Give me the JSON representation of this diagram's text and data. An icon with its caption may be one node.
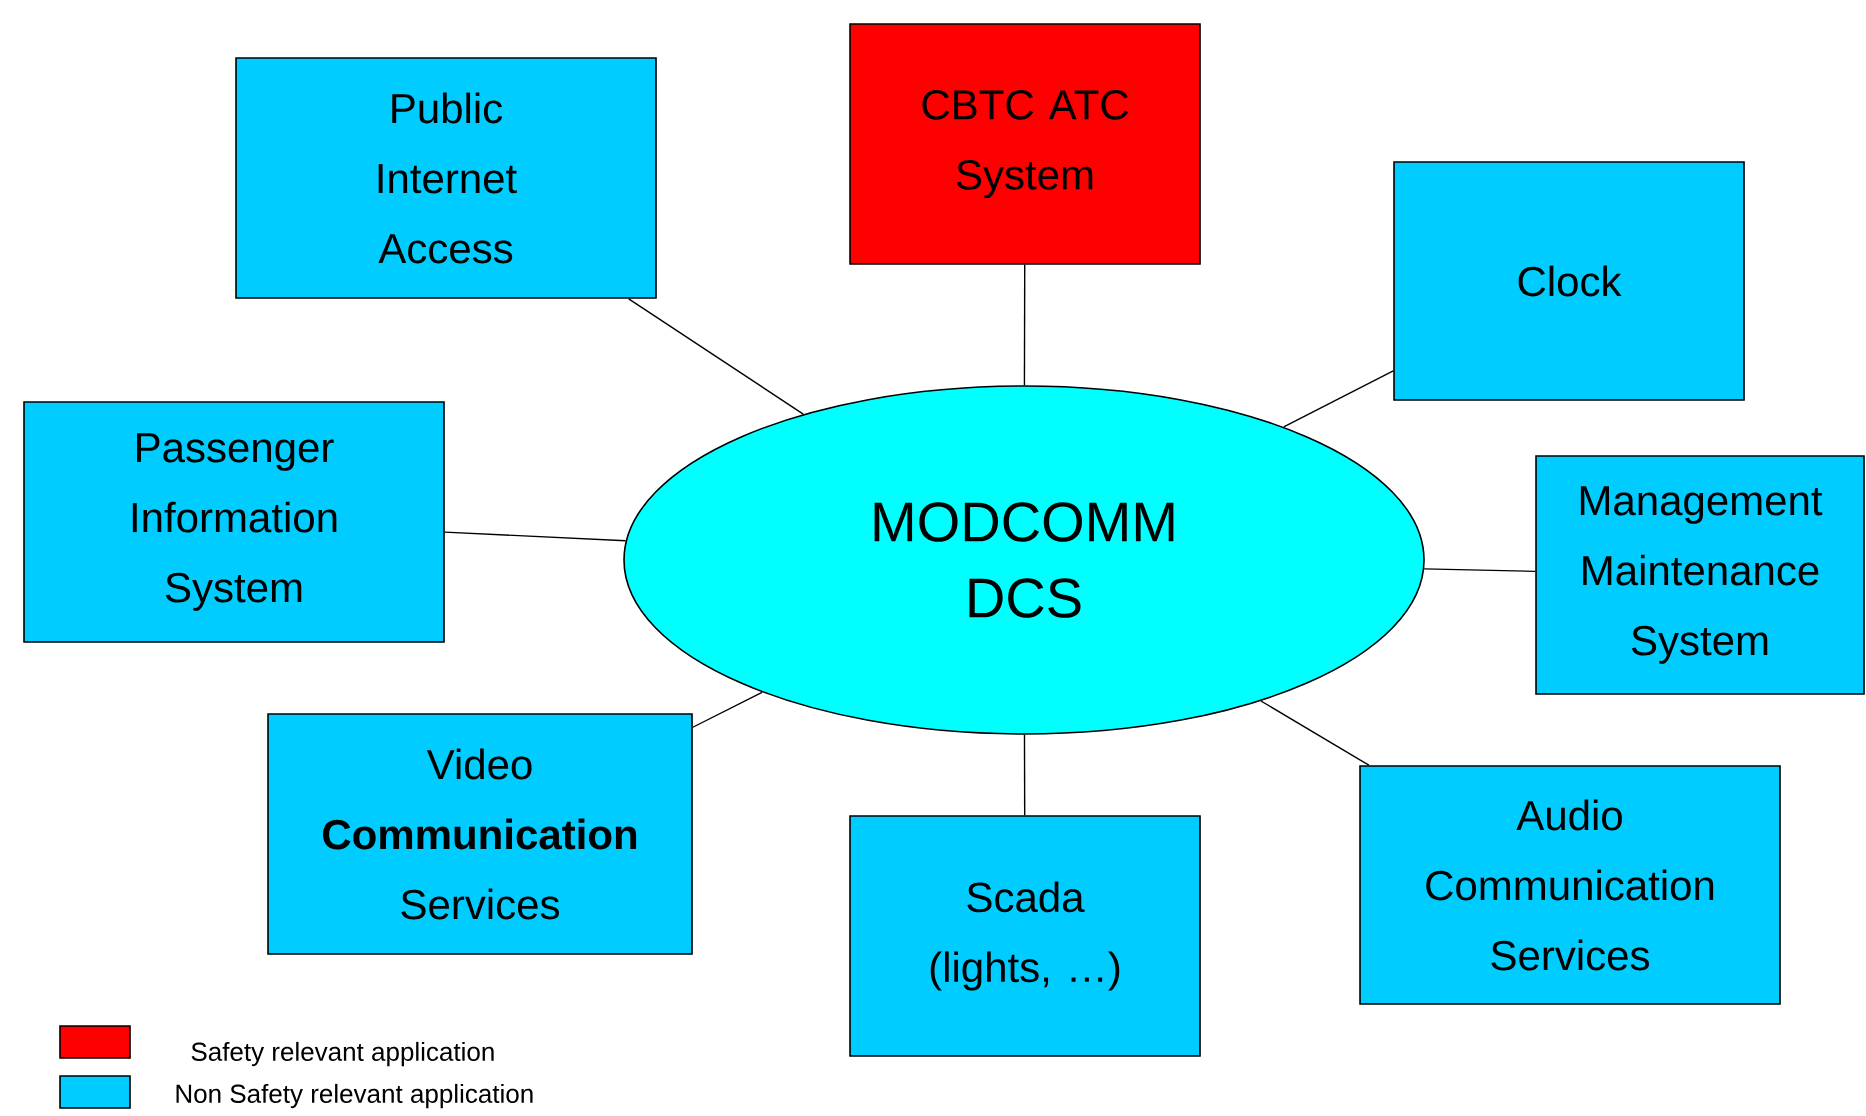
{
  "diagram": {
    "nodes": [
      {
        "text": [
          "Public Internet Access"
        ]
      },
      {
        "text": [
          "CBTC ATC System"
        ]
      },
      {
        "text": [
          "Clock"
        ]
      },
      {
        "text": [
          "Passenger Information System"
        ]
      },
      {
        "text": [
          "MODCOMM DCS"
        ]
      },
      {
        "text": [
          "Management Maintenance System"
        ]
      },
      {
        "text": [
          "Video **Communication** Services"
        ]
      },
      {
        "text": [
          "Scada (lights, …)"
        ]
      },
      {
        "text": [
          "Audio Communication Services"
        ]
      }
    ],
    "edges": [
      {
        "from": 4,
        "to": 0,
        "arrow": "none"
      },
      {
        "from": 4,
        "to": 1,
        "arrow": "none"
      },
      {
        "from": 4,
        "to": 2,
        "arrow": "none"
      },
      {
        "from": 4,
        "to": 3,
        "arrow": "none"
      },
      {
        "from": 4,
        "to": 5,
        "arrow": "none"
      },
      {
        "from": 4,
        "to": 6,
        "arrow": "none"
      },
      {
        "from": 4,
        "to": 7,
        "arrow": "none"
      },
      {
        "from": 4,
        "to": 8,
        "arrow": "none"
      }
    ],
    "legend": [
      {
        "text": "Safety relevant application",
        "color": "#ff0000"
      },
      {
        "text": "Non Safety relevant application",
        "color": "#00ccff"
      }
    ]
  }
}
